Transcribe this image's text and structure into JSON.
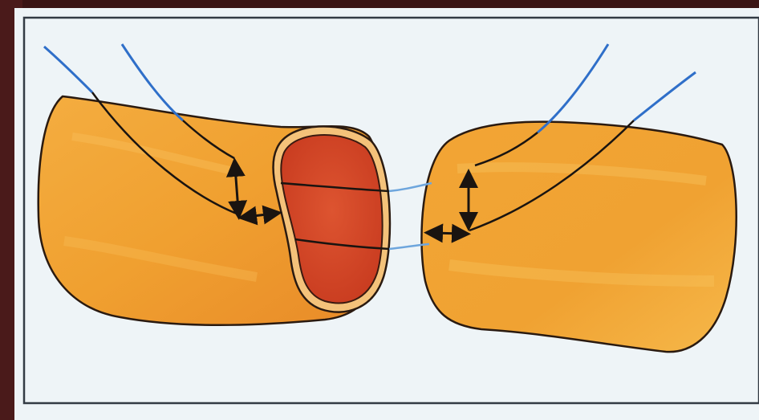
{
  "figure": {
    "kind": "surgical illustration",
    "elements": [
      "left-bowel-segment",
      "bowel-mucosa-lumen",
      "right-bowel-segment",
      "suture-lines",
      "measurement-arrows"
    ]
  },
  "colors": {
    "background_outer": "#3a1414",
    "paper": "#eef4f7",
    "frame_border": "#333b44",
    "bowel_wall": "#f2a233",
    "bowel_wall_dark": "#e5892a",
    "mucosa": "#d94a2c",
    "mucosa_dark": "#c8391f",
    "outline": "#2a1a10",
    "suture_blue": "#2f6fc9",
    "suture_light": "#7fb0e0"
  }
}
